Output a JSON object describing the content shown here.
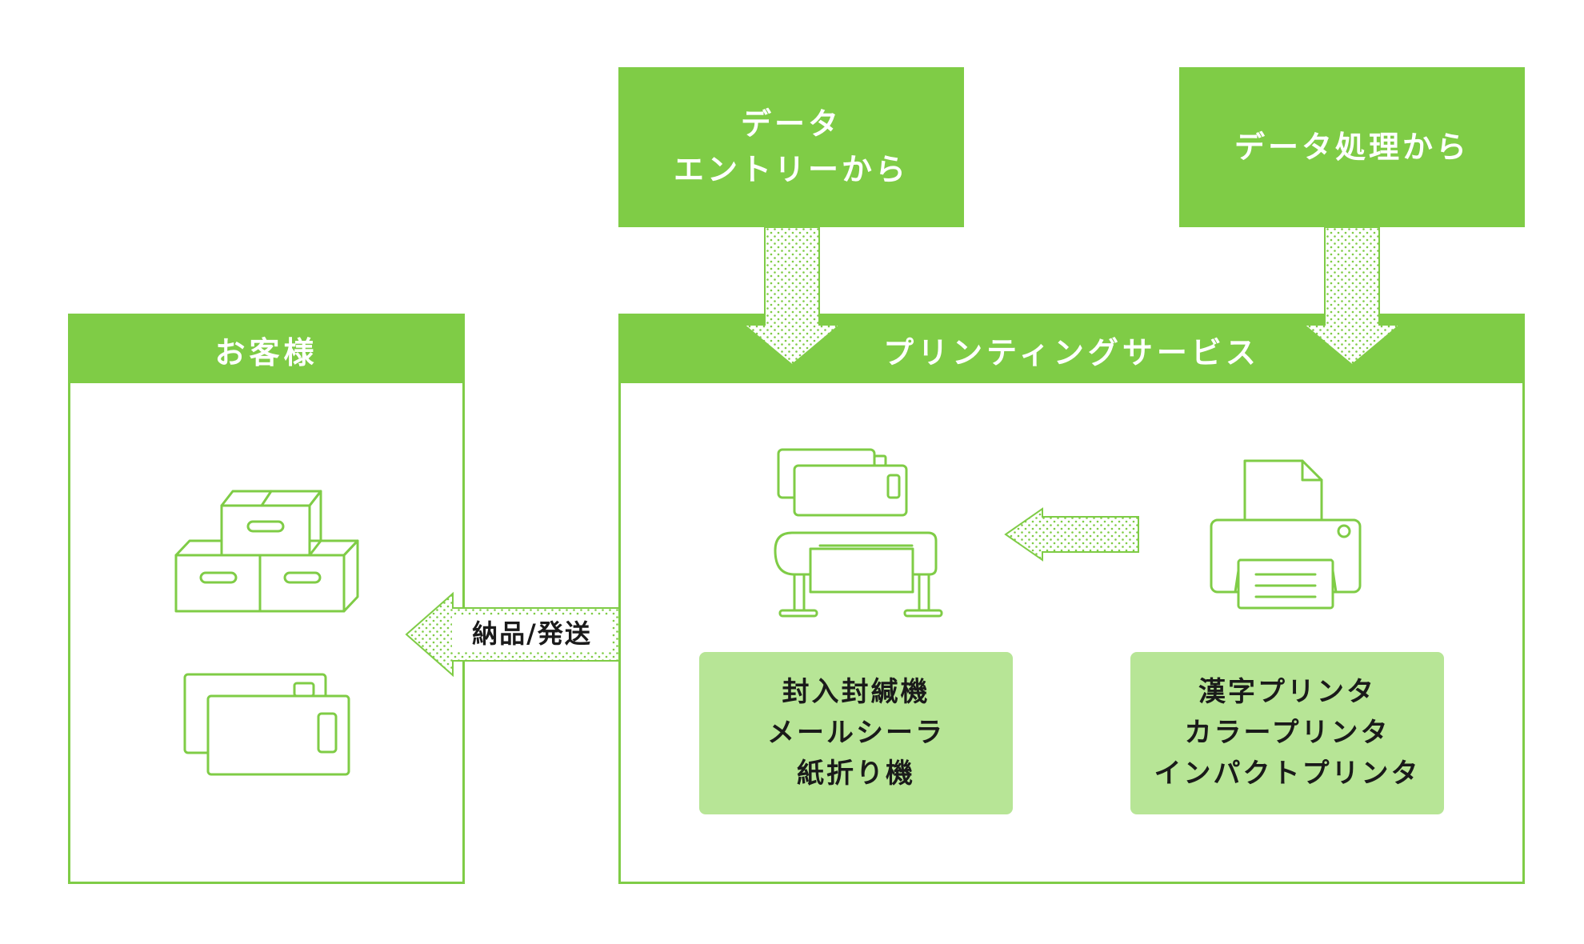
{
  "sources": {
    "data_entry": {
      "lines": [
        "データ",
        "エントリーから"
      ]
    },
    "data_processing": {
      "label": "データ処理から"
    }
  },
  "customer": {
    "title": "お客様",
    "icons": [
      "stacked-boxes-icon",
      "envelopes-icon"
    ]
  },
  "printing_service": {
    "title": "プリンティングサービス",
    "icons": [
      "wide-format-printer-icon",
      "desktop-printer-icon"
    ]
  },
  "equipment": {
    "finishing": [
      "封入封緘機",
      "メールシーラ",
      "紙折り機"
    ],
    "printers": [
      "漢字プリンタ",
      "カラープリンタ",
      "インパクトプリンタ"
    ]
  },
  "delivery_arrow": {
    "label": "納品/発送"
  },
  "colors": {
    "accent": "#7fcc46",
    "light_accent": "#b7e596",
    "text": "#1a1a1a"
  }
}
